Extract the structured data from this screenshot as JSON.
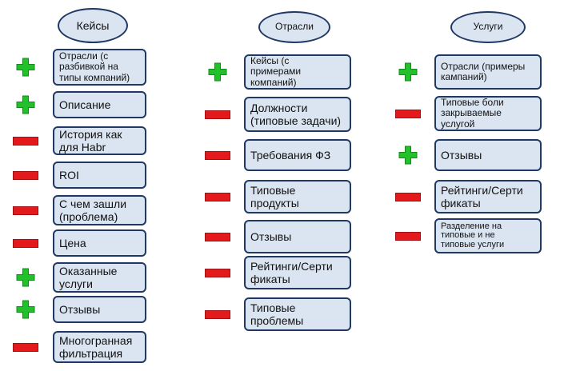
{
  "colors": {
    "plus": "#22c02a",
    "minus": "#e3191c",
    "fill": "#dbe5f1",
    "stroke": "#1f3864"
  },
  "columns": [
    {
      "title": "Кейсы",
      "items": [
        {
          "text": "Отрасли (с\nразбивкой на\nтипы компаний)",
          "mark": "plus"
        },
        {
          "text": "Описание",
          "mark": "plus"
        },
        {
          "text": "История как\nдля Habr",
          "mark": "minus"
        },
        {
          "text": "ROI",
          "mark": "minus"
        },
        {
          "text": "С чем зашли\n(проблема)",
          "mark": "minus"
        },
        {
          "text": "Цена",
          "mark": "minus"
        },
        {
          "text": "Оказанные\nуслуги",
          "mark": "plus"
        },
        {
          "text": "Отзывы",
          "mark": "plus"
        },
        {
          "text": "Многогранная\nфильтрация",
          "mark": "minus"
        }
      ]
    },
    {
      "title": "Отрасли",
      "items": [
        {
          "text": "Кейсы (с\nпримерами\nкомпаний)",
          "mark": "plus"
        },
        {
          "text": "Должности\n(типовые задачи)",
          "mark": "minus"
        },
        {
          "text": "Требования ФЗ",
          "mark": "minus"
        },
        {
          "text": "Типовые\nпродукты",
          "mark": "minus"
        },
        {
          "text": "Отзывы",
          "mark": "minus"
        },
        {
          "text": "Рейтинги/Серти\nфикаты",
          "mark": "minus"
        },
        {
          "text": "Типовые\nпроблемы",
          "mark": "minus"
        }
      ]
    },
    {
      "title": "Услуги",
      "items": [
        {
          "text": "Отрасли (примеры\nкампаний)",
          "mark": "plus"
        },
        {
          "text": "Типовые боли\nзакрываемые\nуслугой",
          "mark": "minus"
        },
        {
          "text": "Отзывы",
          "mark": "plus"
        },
        {
          "text": "Рейтинги/Серти\nфикаты",
          "mark": "minus"
        },
        {
          "text": "Разделение на\nтиповые и не\nтиповые услуги",
          "mark": "minus"
        }
      ]
    }
  ]
}
